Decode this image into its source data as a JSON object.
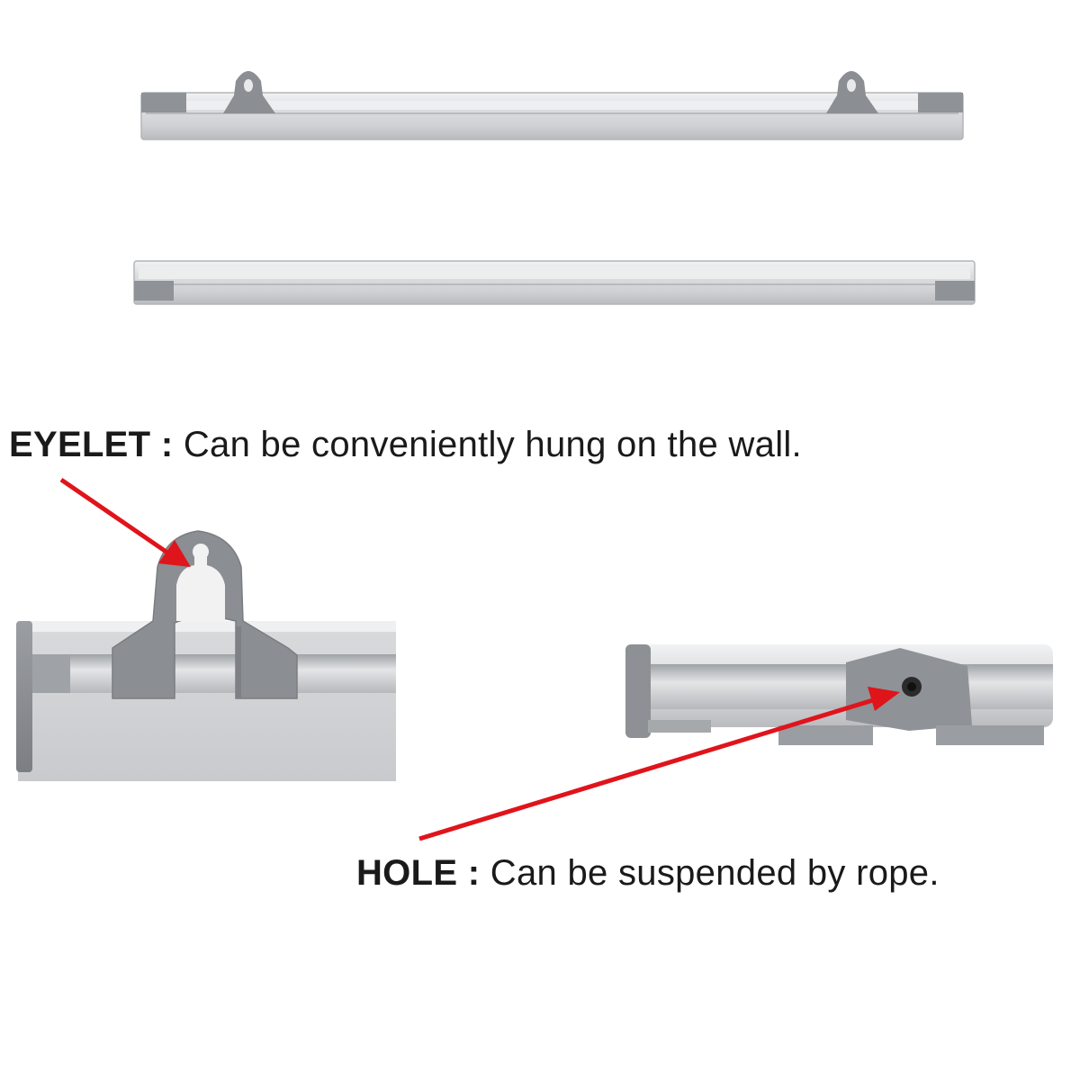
{
  "callouts": {
    "eyelet": {
      "term": "EYELET",
      "separator": ":",
      "description": "Can be conveniently hung on the wall."
    },
    "hole": {
      "term": "HOLE",
      "separator": ":",
      "description": "Can be suspended by rope."
    }
  },
  "colors": {
    "aluminum": "#d6d7d9",
    "aluminum_light": "#eceded",
    "aluminum_dark": "#a9abae",
    "plastic_cap": "#8b8e92",
    "arrow": "#e0141b",
    "text": "#1a1a1a",
    "background": "#ffffff"
  }
}
